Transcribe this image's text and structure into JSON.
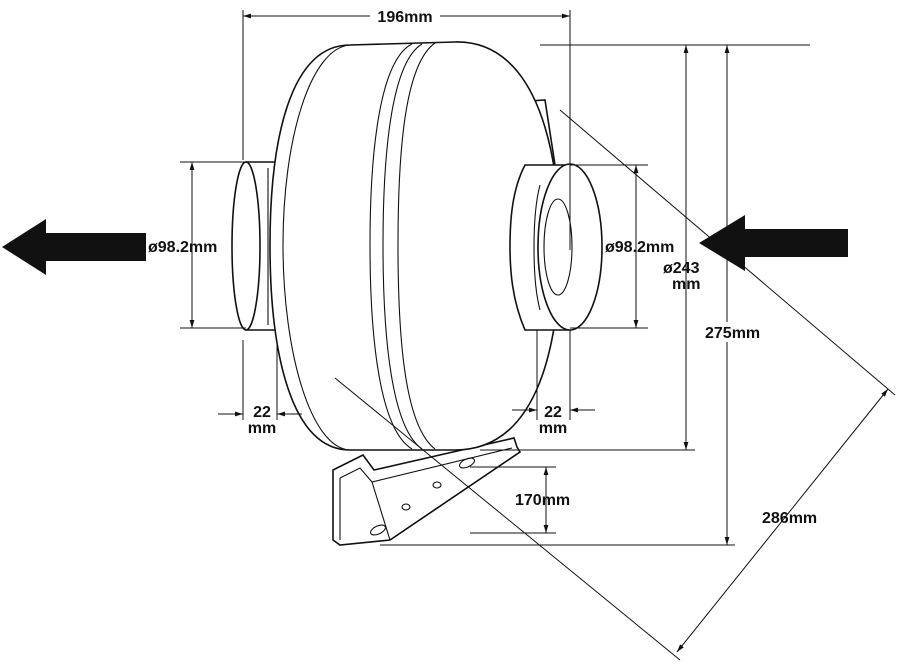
{
  "dimensions": {
    "width_top": "196mm",
    "outlet_diameter": "ø98.2mm",
    "inlet_diameter": "ø98.2mm",
    "body_diameter_line1": "ø243",
    "body_diameter_line2": "mm",
    "total_height": "275mm",
    "diagonal": "286mm",
    "outlet_collar": {
      "value": "22",
      "unit": "mm"
    },
    "inlet_collar": {
      "value": "22",
      "unit": "mm"
    },
    "bracket_spacing": "170mm"
  },
  "arrows": {
    "left": "airflow-out-arrow",
    "right": "airflow-in-arrow"
  },
  "colors": {
    "line": "#111111",
    "background": "#ffffff"
  }
}
